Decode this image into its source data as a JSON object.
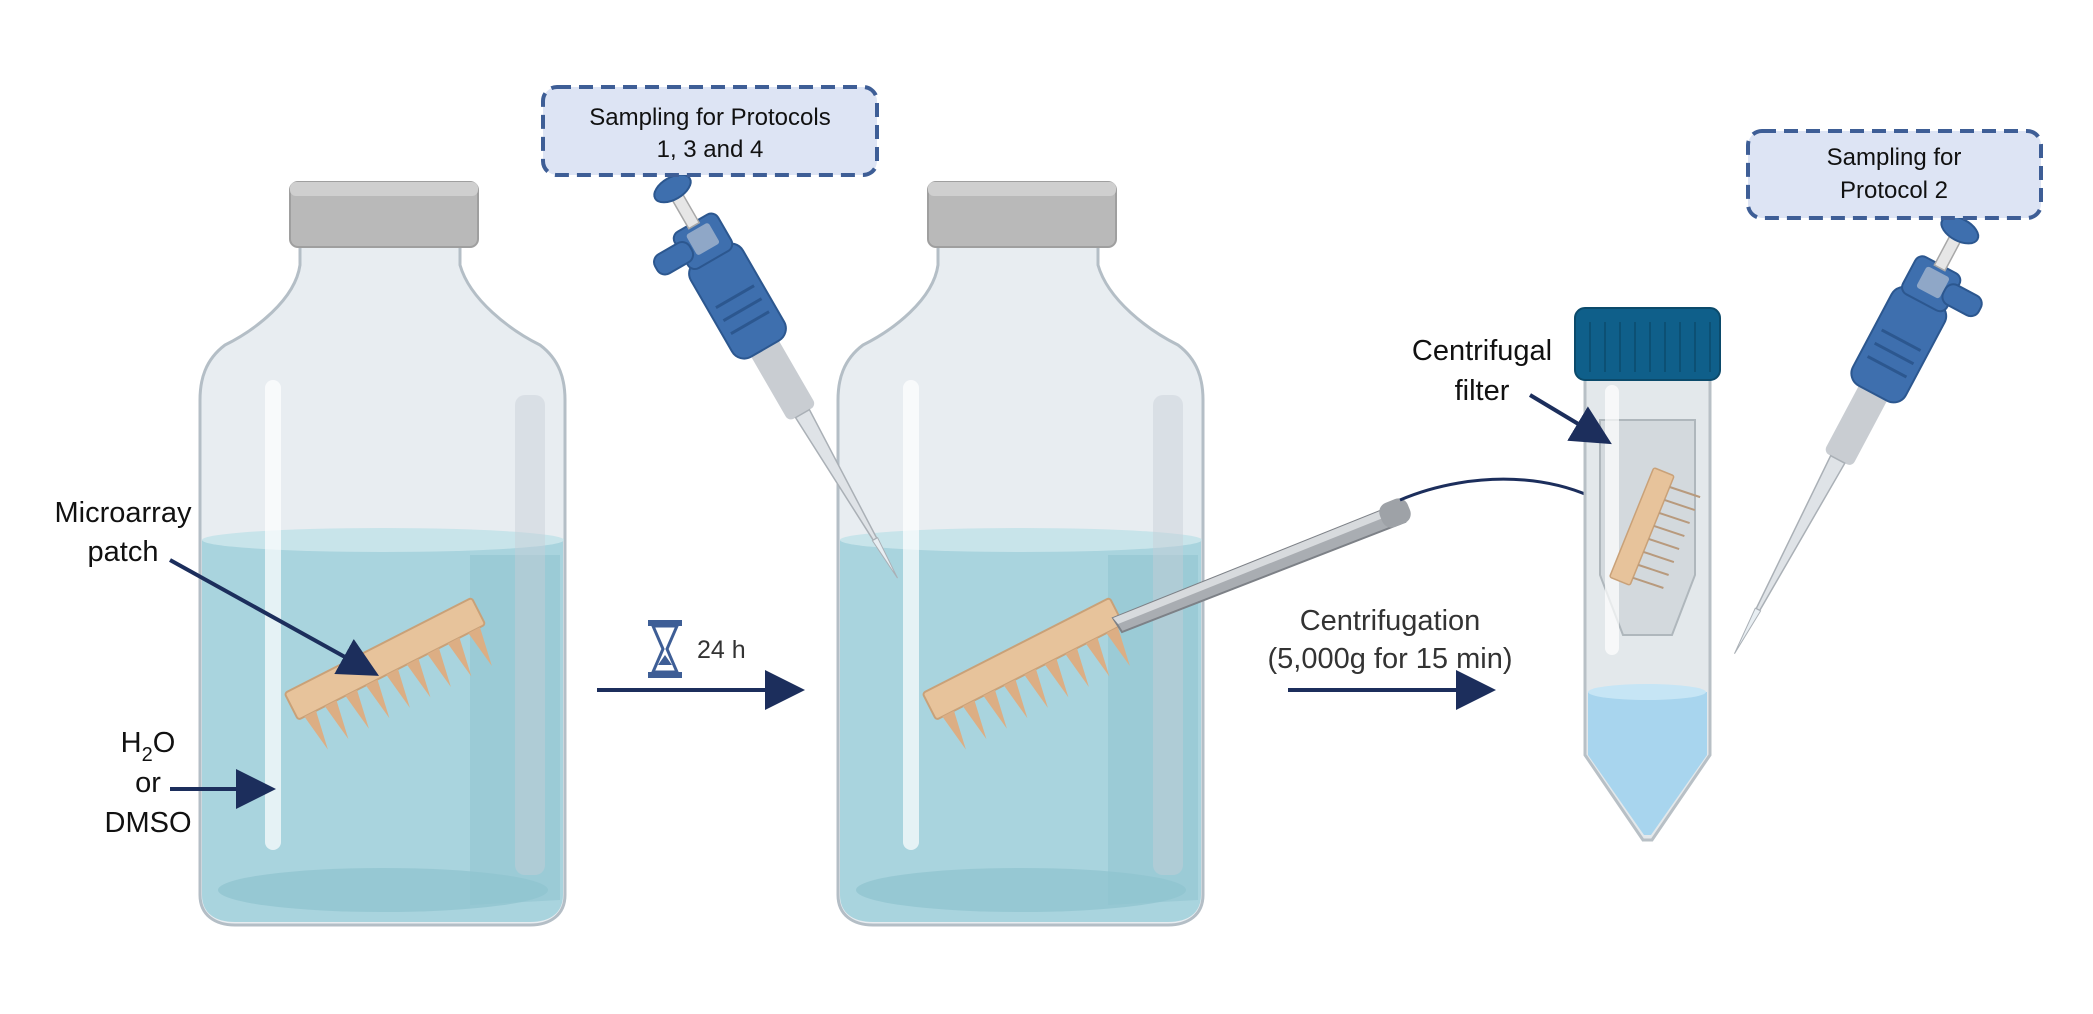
{
  "boxes": {
    "sampling_1": {
      "line1": "Sampling for Protocols",
      "line2": "1, 3 and 4"
    },
    "sampling_2": {
      "line1": "Sampling for",
      "line2": "Protocol 2"
    }
  },
  "labels": {
    "microarray": {
      "line1": "Microarray",
      "line2": "patch"
    },
    "solvent": {
      "h": "H",
      "sub": "2",
      "o": "O",
      "or": "or",
      "dmso": "DMSO"
    },
    "time": "24 h",
    "centrifugation": {
      "line1": "Centrifugation",
      "line2": "(5,000g for 15 min)"
    },
    "centrifugal_filter": {
      "line1": "Centrifugal",
      "line2": "filter"
    }
  },
  "colors": {
    "liquid": "#a9d4de",
    "liquid_dark": "#8fc3cf",
    "cap": "#b9b9b9",
    "patch": "#e7c39b",
    "pipette_blue": "#3e6fae",
    "tube_cap": "#0f5f8a",
    "arrow": "#1c2e5c",
    "box_fill": "#dde4f4",
    "box_border": "#3e5e96"
  }
}
